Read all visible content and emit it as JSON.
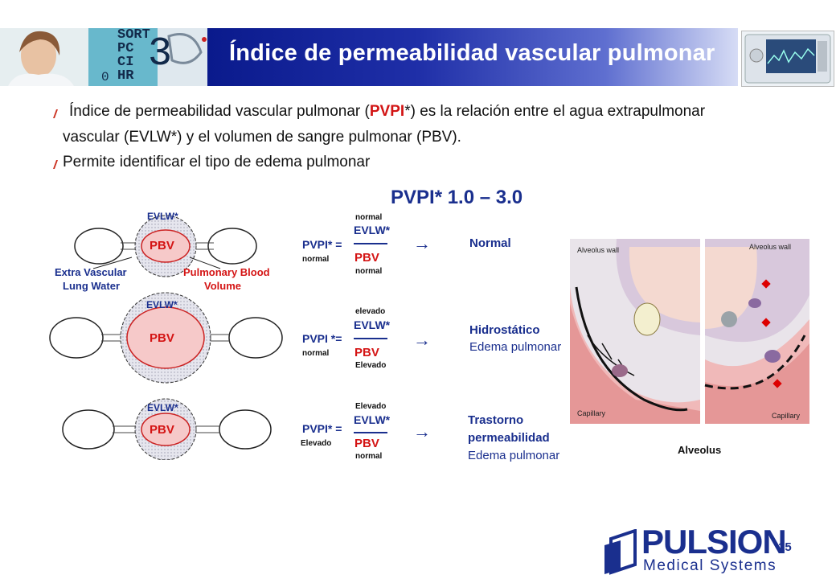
{
  "header": {
    "title": "Índice de permeabilidad vascular pulmonar",
    "photo_monitor_lines": [
      "SORT",
      "PC",
      "CI",
      "HR"
    ],
    "photo_digits": [
      "3",
      "0"
    ]
  },
  "bullets": [
    {
      "pre": "Índice de permeabilidad vascular pulmonar (",
      "highlight": "PVPI",
      "post": "*) es la relación entre el agua extrapulmonar",
      "line2": "vascular (EVLW*) y el volumen de sangre pulmonar (PBV)."
    },
    {
      "text": "Permite identificar el tipo de edema pulmonar"
    }
  ],
  "diagram": {
    "range_title": "PVPI* 1.0 – 3.0",
    "rows": [
      {
        "circle_outer": "EVLW*",
        "circle_inner": "PBV",
        "extra_label": [
          "Extra Vascular",
          "Lung Water"
        ],
        "pulm_label": [
          "Pulmonary Blood",
          "Volume"
        ],
        "lhs": "PVPI* =",
        "lhs_sub": "normal",
        "num_top": "normal",
        "num": "EVLW*",
        "den": "PBV",
        "den_sub": "normal",
        "arrow": "→",
        "result_lines": [
          "Normal"
        ]
      },
      {
        "circle_outer": "EVLW*",
        "circle_inner": "PBV",
        "lhs": "PVPI *=",
        "lhs_sub": "normal",
        "num_top": "elevado",
        "num": "EVLW*",
        "den": "PBV",
        "den_sub": "Elevado",
        "arrow": "→",
        "result_lines": [
          "Hidrostático",
          "Edema pulmonar"
        ]
      },
      {
        "circle_outer": "EVLW*",
        "circle_inner": "PBV",
        "lhs": "PVPI* =",
        "lhs_sub": "Elevado",
        "num_top": "Elevado",
        "num": "EVLW*",
        "den": "PBV",
        "den_sub": "normal",
        "arrow": "→",
        "result_lines": [
          "Trastorno",
          "permeabilidad",
          "Edema pulmonar"
        ]
      }
    ]
  },
  "alveolus": {
    "left_wall": "Alveolus wall",
    "right_wall": "Alveolus wall",
    "left_cap": "Capillary",
    "right_cap": "Capillary",
    "caption": "Alveolus"
  },
  "footer": {
    "logo": "PULSION",
    "logo_sub": "Medical Systems",
    "page": "15"
  },
  "colors": {
    "header_blue": "#0a1a8c",
    "brand_blue": "#1a2f8e",
    "highlight_red": "#d21414"
  }
}
